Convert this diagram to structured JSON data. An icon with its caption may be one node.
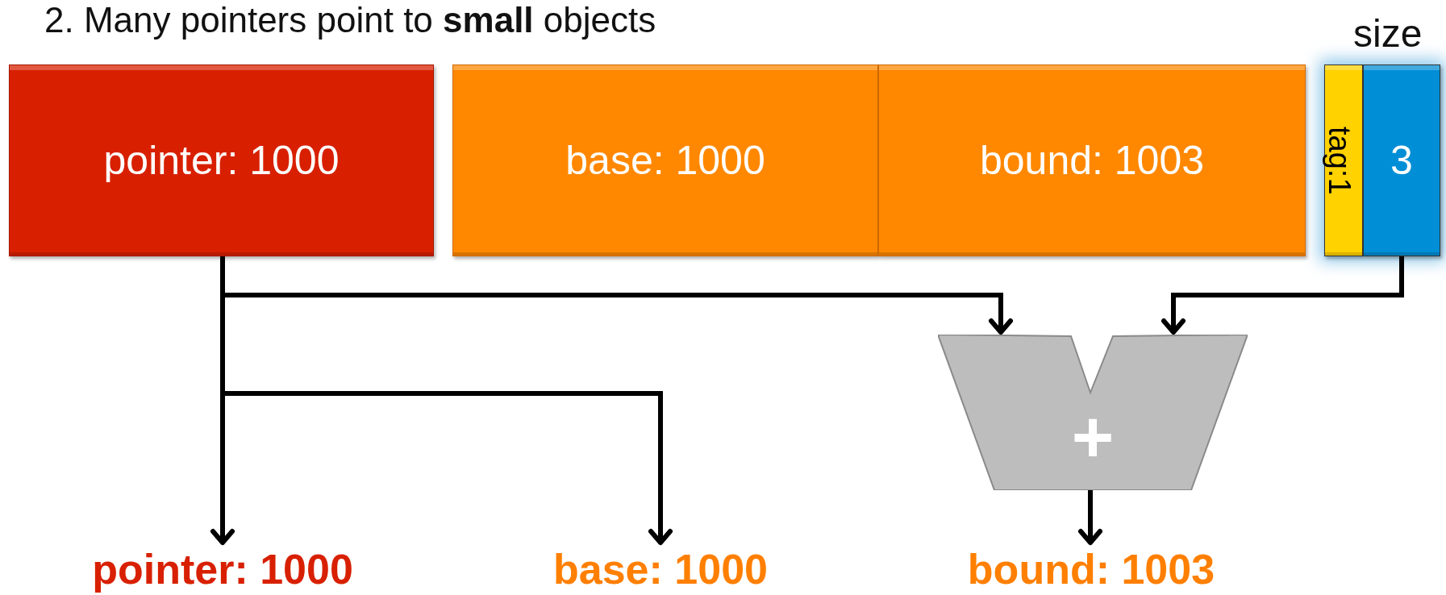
{
  "diagram": {
    "title": "2. Many pointers point to **small** objects",
    "nodes": [
      {
        "text": [
          "pointer: 1000"
        ]
      },
      {
        "text": [
          "base: 1000"
        ]
      },
      {
        "text": [
          "bound: 1003"
        ]
      },
      {
        "text": [
          "tag:1"
        ]
      },
      {
        "text": [
          "3"
        ],
        "beside": [
          "size"
        ]
      },
      {
        "text": [
          "+"
        ]
      },
      {
        "text": [
          "pointer: 1000"
        ]
      },
      {
        "text": [
          "base: 1000"
        ]
      },
      {
        "text": [
          "bound: 1003"
        ]
      }
    ],
    "edges": [
      {
        "from": 0,
        "to": 6,
        "arrow": "to"
      },
      {
        "from": 0,
        "to": 7,
        "arrow": "to"
      },
      {
        "from": 0,
        "to": 5,
        "arrow": "to"
      },
      {
        "from": 4,
        "to": 5,
        "arrow": "to"
      },
      {
        "from": 5,
        "to": 8,
        "arrow": "to"
      }
    ]
  }
}
